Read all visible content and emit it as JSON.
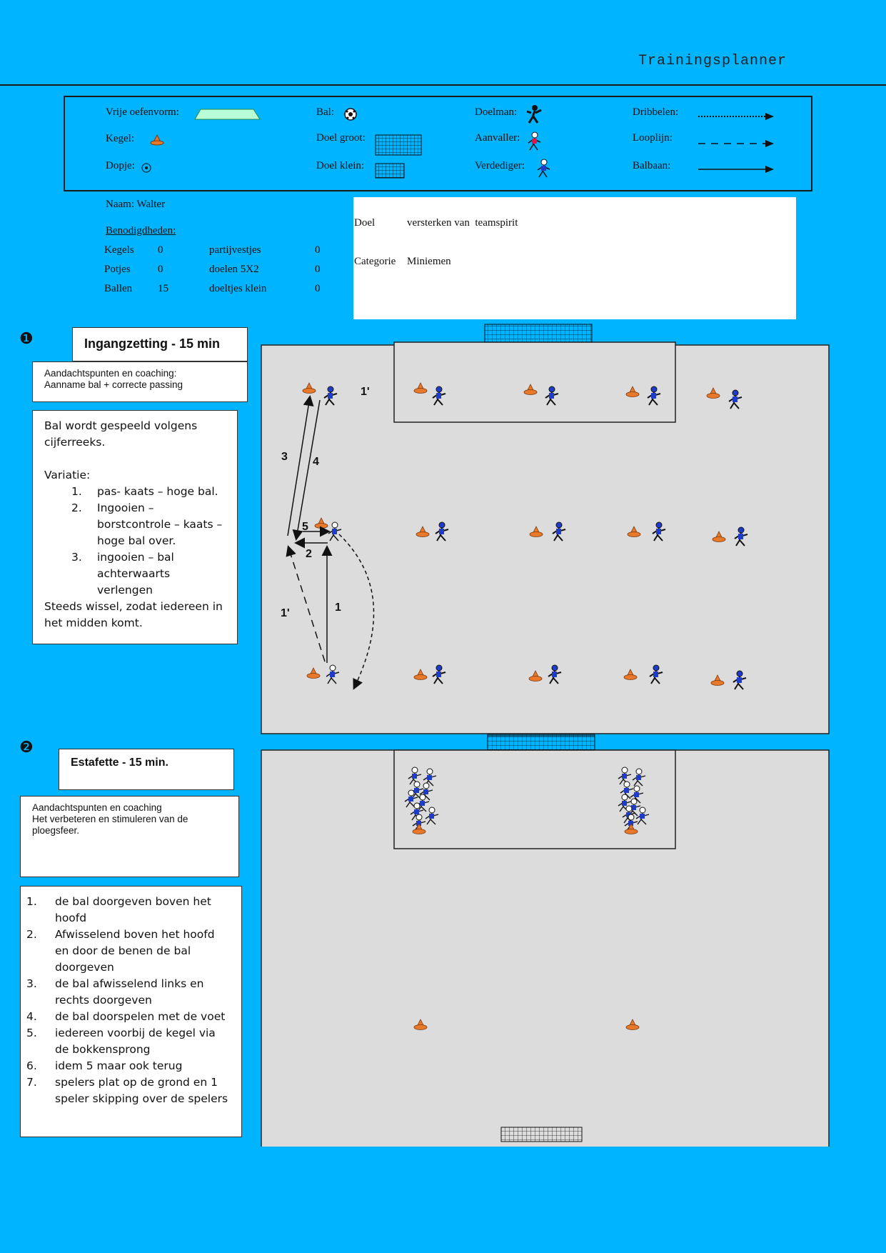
{
  "header": {
    "title": "Trainingsplanner"
  },
  "legend": {
    "col1": [
      "Vrije oefenvorm:",
      "Kegel:",
      "Dopje:"
    ],
    "col2": [
      "Bal:",
      "Doel groot:",
      "Doel klein:"
    ],
    "col3": [
      "Doelman:",
      "Aanvaller:",
      "Verdediger:"
    ],
    "col4": [
      "Dribbelen:",
      "Looplijn:",
      "Balbaan:"
    ]
  },
  "info": {
    "name_label": "Naam:",
    "name": "Walter",
    "equipment_heading": "Benodigdheden:",
    "equipment": [
      {
        "item": "Kegels",
        "qty": "0",
        "item2": "partijvestjes",
        "qty2": "0"
      },
      {
        "item": "Potjes",
        "qty": "0",
        "item2": "doelen 5X2",
        "qty2": "0"
      },
      {
        "item": "Ballen",
        "qty": "15",
        "item2": "doeltjes klein",
        "qty2": "0"
      }
    ],
    "goal_label": "Doel",
    "goal": "versterken van  teamspirit",
    "category_label": "Categorie",
    "category": "Miniemen"
  },
  "exercise1": {
    "number": "❶",
    "title": "Ingangzetting - 15 min",
    "coaching_heading": "Aandachtspunten en coaching:",
    "coaching_text": "Aanname bal + correcte passing",
    "desc_intro": "Bal wordt gespeeld volgens cijferreeks.",
    "variation_heading": "Variatie:",
    "variations": [
      {
        "n": "1.",
        "text": "pas- kaats – hoge bal."
      },
      {
        "n": "2.",
        "text": "Ingooien – borstcontrole – kaats – hoge bal over."
      },
      {
        "n": "3.",
        "text": "ingooien – bal achterwaarts verlengen"
      }
    ],
    "desc_outro": "Steeds wissel, zodat iedereen in het midden komt.",
    "diagram_labels": {
      "l1p_top": "1'",
      "l3": "3",
      "l4": "4",
      "l5": "5",
      "l2": "2",
      "l1": "1",
      "l1p_bottom": "1'"
    }
  },
  "exercise2": {
    "number": "❷",
    "title": "Estafette - 15 min.",
    "coaching_heading": "Aandachtspunten en coaching",
    "coaching_text": "Het verbeteren en stimuleren van de ploegsfeer.",
    "steps": [
      {
        "n": "1.",
        "text": "de bal doorgeven boven het hoofd"
      },
      {
        "n": "2.",
        "text": "Afwisselend boven het hoofd en door de benen de bal doorgeven"
      },
      {
        "n": "3.",
        "text": "de bal afwisselend links en rechts doorgeven"
      },
      {
        "n": "4.",
        "text": "de bal doorspelen met de voet"
      },
      {
        "n": "5.",
        "text": "iedereen voorbij de kegel via de bokkensprong"
      },
      {
        "n": "6.",
        "text": "idem 5 maar ook terug"
      },
      {
        "n": "7.",
        "text": "spelers plat op de grond en 1 speler skipping over de spelers"
      }
    ]
  },
  "colors": {
    "background": "#00b4ff",
    "field": "#dcdcdc",
    "cone": "#e8782a",
    "player": "#1e3cc8"
  }
}
